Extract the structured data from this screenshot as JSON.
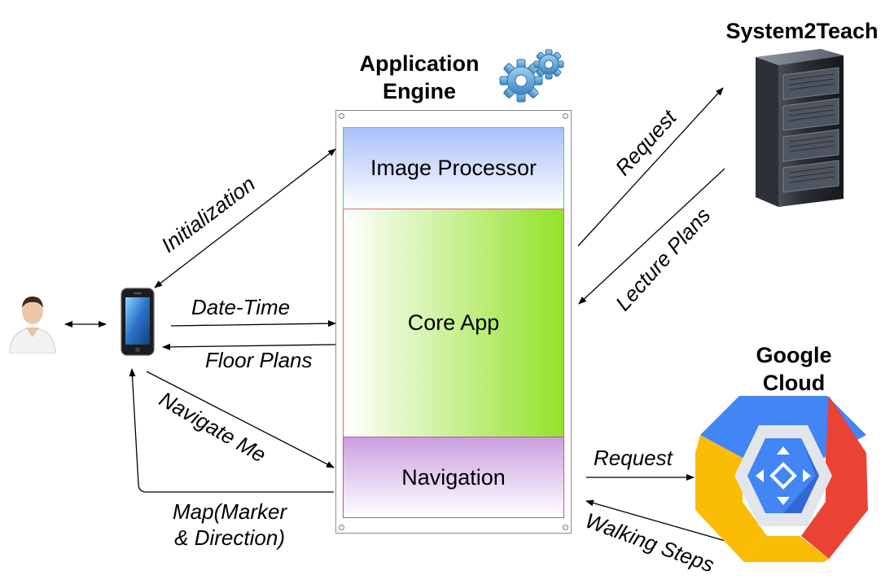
{
  "titles": {
    "app_engine_line1": "Application",
    "app_engine_line2": "Engine",
    "system2teach": "System2Teach",
    "google_cloud_line1": "Google",
    "google_cloud_line2": "Cloud"
  },
  "modules": {
    "image_processor": "Image Processor",
    "core_app": "Core App",
    "navigation": "Navigation"
  },
  "arrows": {
    "initialization": "Initialization",
    "date_time": "Date-Time",
    "floor_plans": "Floor Plans",
    "navigate_me": "Navigate Me",
    "map_line1": "Map(Marker",
    "map_line2": "& Direction)",
    "request_s2t": "Request",
    "lecture_plans": "Lecture Plans",
    "request_gc": "Request",
    "walking_steps": "Walking Steps"
  },
  "icons": {
    "user": "user-icon",
    "phone": "smartphone-icon",
    "gears": "gears-icon",
    "server": "server-icon",
    "cloud": "google-cloud-icon"
  },
  "colors": {
    "image_processor_top": "#a9bff7",
    "core_app_right": "#93e22a",
    "navigation_top": "#c99fe0",
    "server_dark": "#2a2d33",
    "gc_blue": "#4285f4",
    "gc_red": "#ea4335",
    "gc_yellow": "#fbbc05"
  }
}
